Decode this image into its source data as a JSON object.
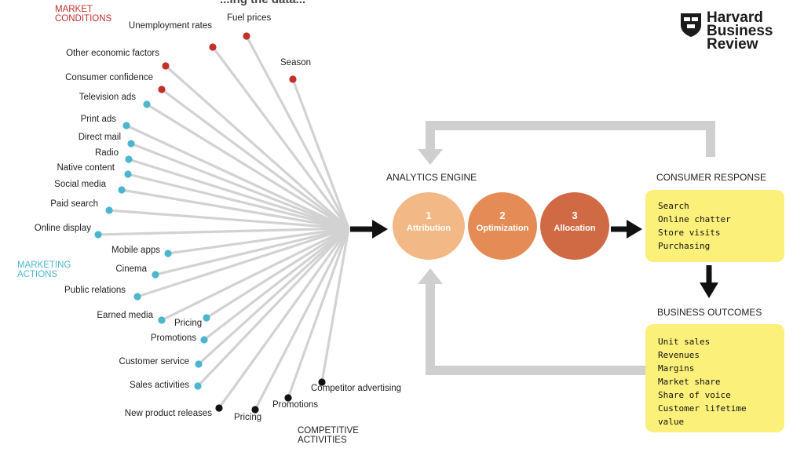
{
  "title_partial": "...ing the data...",
  "logo": {
    "line1": "Harvard",
    "line2": "Business",
    "line3": "Review"
  },
  "colors": {
    "market": "#c2302a",
    "marketing": "#4bb6cd",
    "competitive": "#111111",
    "circle1": "#f2b986",
    "circle2": "#e58c56",
    "circle3": "#cf6a45",
    "box": "#fbf07a",
    "feedback_arrow": "#cfcfcf"
  },
  "sections": {
    "market_conditions": "MARKET CONDITIONS",
    "marketing_actions": "MARKETING ACTIONS",
    "competitive_activities": "COMPETITIVE ACTIVITIES"
  },
  "market_conditions": [
    "Unemployment rates",
    "Fuel prices",
    "Season",
    "Other economic factors",
    "Consumer confidence"
  ],
  "marketing_actions": [
    "Television ads",
    "Print ads",
    "Direct mail",
    "Radio",
    "Native content",
    "Social media",
    "Paid search",
    "Online display",
    "Mobile apps",
    "Cinema",
    "Public relations",
    "Earned media",
    "Pricing",
    "Promotions",
    "Customer service",
    "Sales activities"
  ],
  "competitive_activities": [
    "New product releases",
    "Pricing",
    "Promotions",
    "Competitor advertising"
  ],
  "analytics_engine": {
    "heading": "ANALYTICS ENGINE",
    "steps": [
      {
        "num": "1",
        "name": "Attribution"
      },
      {
        "num": "2",
        "name": "Optimization"
      },
      {
        "num": "3",
        "name": "Allocation"
      }
    ]
  },
  "consumer_response": {
    "heading": "CONSUMER RESPONSE",
    "items": [
      "Search",
      "Online chatter",
      "Store visits",
      "Purchasing"
    ]
  },
  "business_outcomes": {
    "heading": "BUSINESS OUTCOMES",
    "items": [
      "Unit sales",
      "Revenues",
      "Margins",
      "Market share",
      "Share of voice",
      "Customer lifetime value"
    ]
  }
}
